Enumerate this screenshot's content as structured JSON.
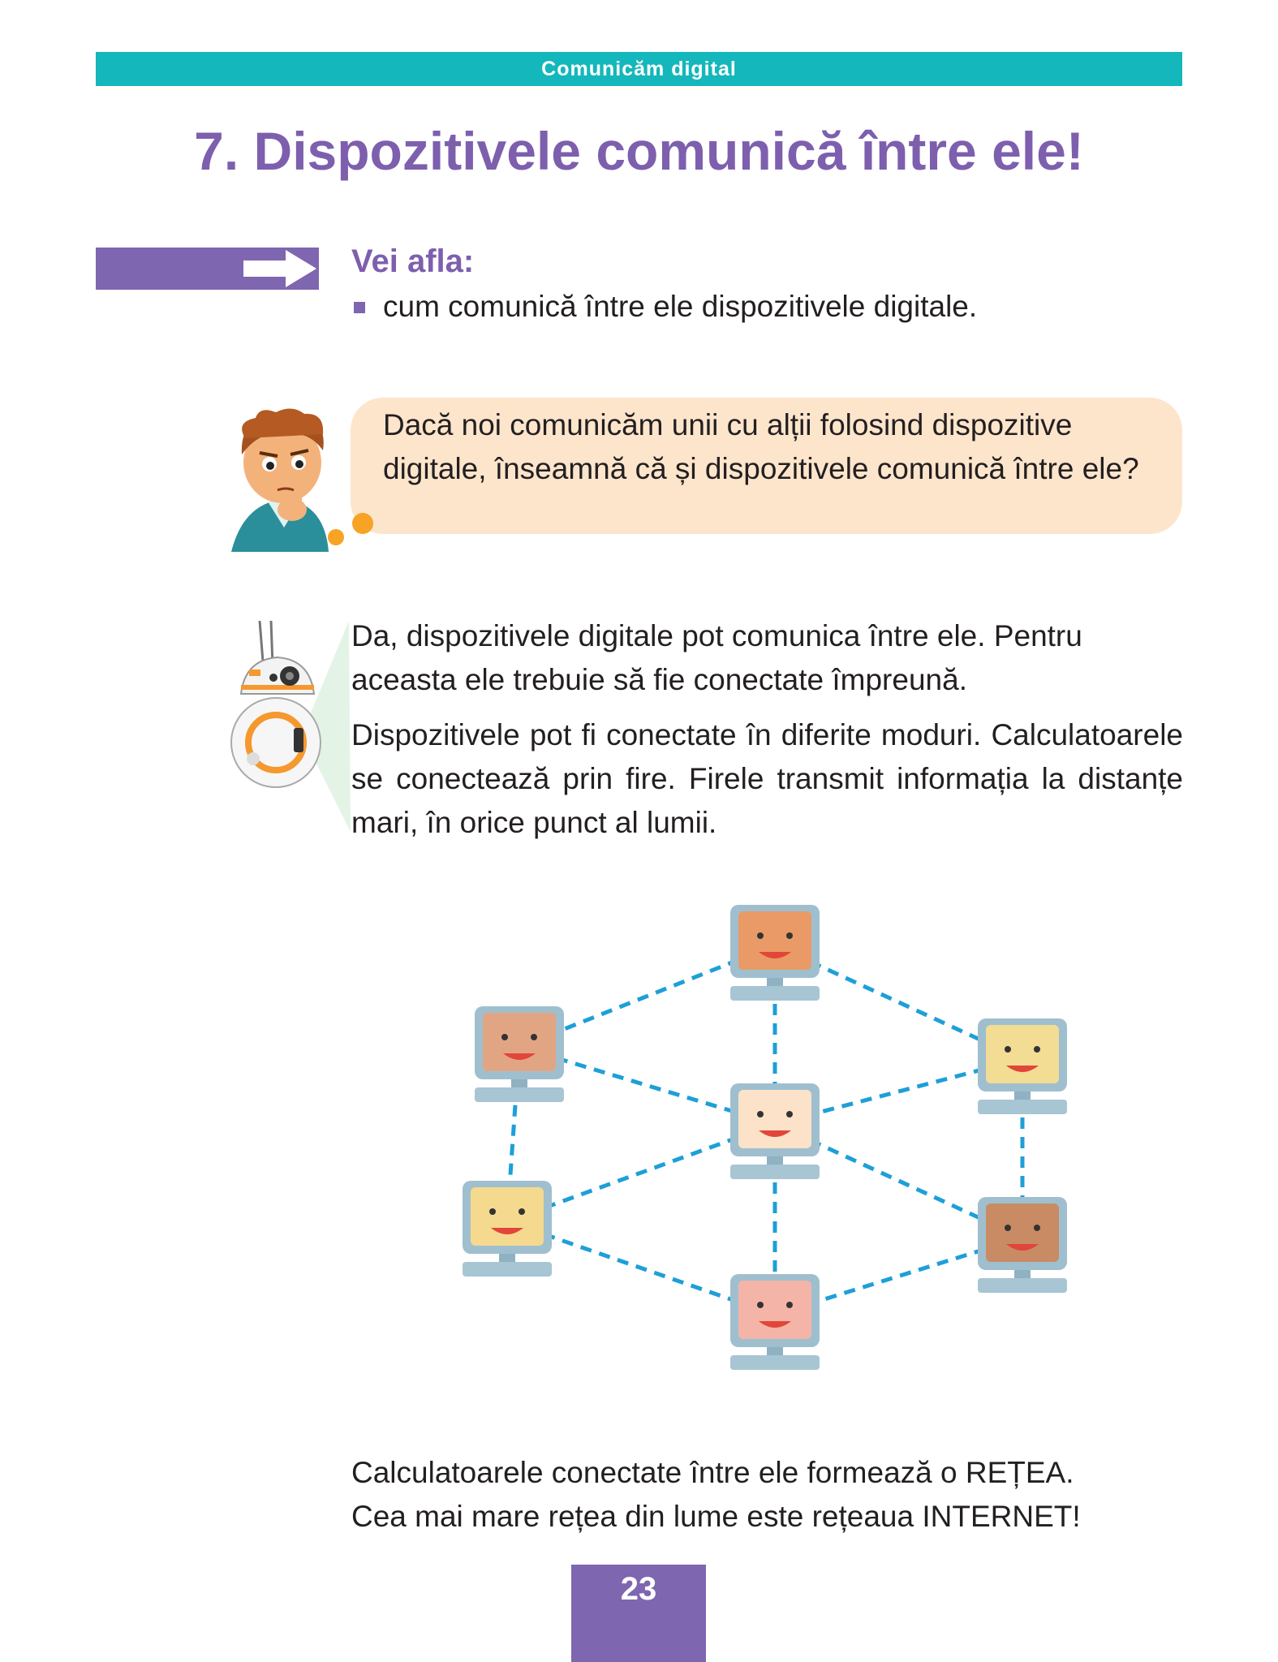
{
  "header": {
    "chapter": "Comunicăm digital"
  },
  "lesson": {
    "title": "7. Dispozitivele comunică între ele!"
  },
  "learn": {
    "heading": "Vei afla:",
    "items": [
      "cum comunică între ele dispozitivele digitale."
    ]
  },
  "question": {
    "text": "Dacă noi comunicăm unii cu alții folosind dispozitive digitale, înseamnă că și dispozitivele comunică între ele?"
  },
  "answer": {
    "paragraphs": [
      "Da, dispozitivele digitale pot comunica între ele. Pentru aceasta ele trebuie să fie conectate împreună.",
      "Dispozitivele pot fi conectate în diferite moduri. Calculatoarele se conectează prin fire. Firele transmit informația la distanțe mari, în orice punct al lumii."
    ]
  },
  "network_text": {
    "line1": "Calculatoarele conectate între ele formează o REȚEA.",
    "line2": "Cea mai mare rețea din lume este rețeaua INTERNET!"
  },
  "page": {
    "number": "23"
  },
  "colors": {
    "teal": "#14b7bb",
    "purple": "#7e66b0",
    "title_purple": "#7d5fae",
    "bubble": "#fde5cc",
    "orange": "#f7a325",
    "link_blue": "#1e9fd8"
  }
}
